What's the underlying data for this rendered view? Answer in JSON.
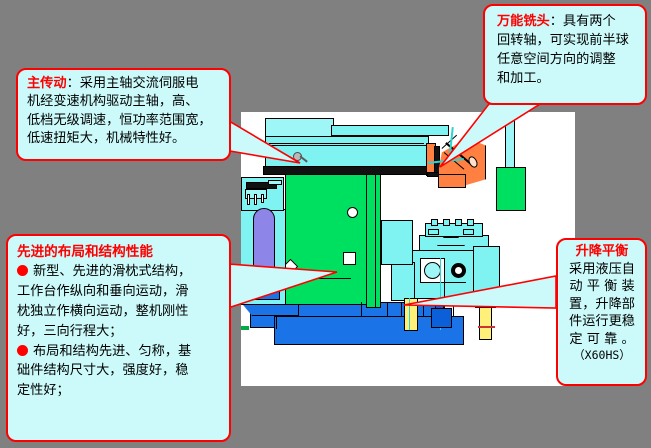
{
  "page": {
    "background_color": "#808080",
    "panel_background": "#ffffff",
    "callout_fill": "#ccfafa",
    "callout_border": "#ff0000",
    "accent_red": "#ff0000"
  },
  "callouts": {
    "main_drive": {
      "name": "main-drive-callout",
      "heading": "主传动",
      "line1_heading_rest": "：采用主轴交流伺服电",
      "line2": "机经变速机构驱动主轴，高、",
      "line3": "低档无级调速，恒功率范围宽，",
      "line4": "低速扭矩大，机械特性好。"
    },
    "milling_head": {
      "name": "milling-head-callout",
      "heading": "万能铣头",
      "line1_heading_rest": "：具有两个",
      "line2": "回转轴，可实现前半球",
      "line3": "任意空间方向的调整",
      "line4": "和加工。"
    },
    "layout": {
      "name": "advanced-layout-callout",
      "title": "先进的布局和结构性能",
      "bullet1_line1": "新型、先进的滑枕式结构，",
      "bullet1_line2": "工作台作纵向和垂向运动，滑",
      "bullet1_line3": "枕独立作横向运动，整机刚性",
      "bullet1_line4": "好，三向行程大；",
      "bullet2_line1": "布局和结构先进、匀称，基",
      "bullet2_line2": "础件结构尺寸大，强度好，稳",
      "bullet2_line3": "定性好；"
    },
    "balance": {
      "name": "lift-balance-callout",
      "title": "升降平衡",
      "line1": "采用液压自",
      "line2": "动 平 衡 装",
      "line3": "置，升降部",
      "line4": "件运行更稳",
      "line5": "定 可 靠 。",
      "line6": "（X60HS）"
    }
  },
  "illustration": {
    "name": "milling-machine-diagram",
    "alt": "万能铣床结构示意图",
    "parts": [
      {
        "name": "ram-slide",
        "color": "#7ff2f2"
      },
      {
        "name": "universal-milling-head",
        "color": "#ff8040"
      },
      {
        "name": "column",
        "color": "#00e060"
      },
      {
        "name": "base",
        "color": "#1a74e8"
      },
      {
        "name": "worktable-saddle",
        "color": "#7ff2f2"
      },
      {
        "name": "lift-columns",
        "color": "#fff07a"
      },
      {
        "name": "hydraulic-cylinder",
        "color": "#8d86e8"
      },
      {
        "name": "counterweight",
        "color": "#00e060"
      }
    ]
  }
}
